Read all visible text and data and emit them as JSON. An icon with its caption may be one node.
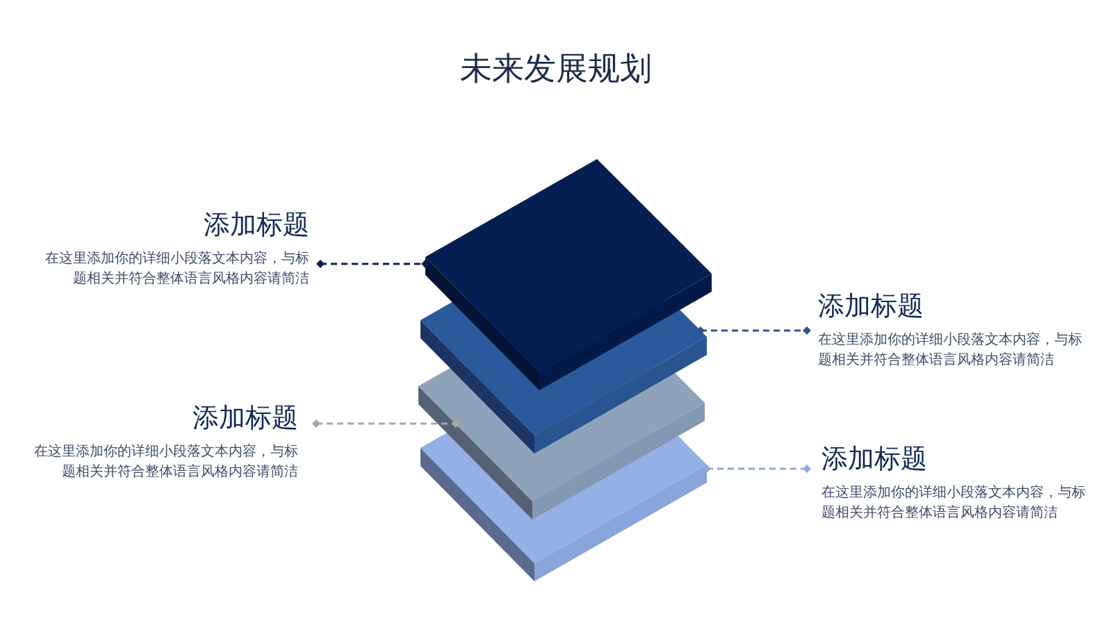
{
  "diagram": {
    "title": "未来发展规划",
    "nodes": [
      {
        "text": [
          "添加标题",
          "在这里添加你的详细小段落文本内容，与标题相关并符合整体语言风格内容请简洁"
        ]
      },
      {
        "text": [],
        "shape": "box"
      },
      {
        "text": [
          "添加标题",
          "在这里添加你的详细小段落文本内容，与标题相关并符合整体语言风格内容请简洁"
        ]
      },
      {
        "text": [],
        "shape": "box"
      },
      {
        "text": [
          "添加标题",
          "在这里添加你的详细小段落文本内容，与标题相关并符合整体语言风格内容请简洁"
        ]
      },
      {
        "text": [],
        "shape": "box"
      },
      {
        "text": [
          "添加标题",
          "在这里添加你的详细小段落文本内容，与标题相关并符合整体语言风格内容请简洁"
        ]
      },
      {
        "text": [],
        "shape": "box"
      }
    ],
    "edges": [
      {
        "from": 0,
        "to": 1,
        "arrow": "other",
        "style": "dashed",
        "color": "#0b1f4f"
      },
      {
        "from": 3,
        "to": 2,
        "arrow": "other",
        "style": "dashed",
        "color": "#2e5590"
      },
      {
        "from": 4,
        "to": 5,
        "arrow": "other",
        "style": "dashed",
        "color": "#a8a8a8"
      },
      {
        "from": 7,
        "to": 6,
        "arrow": "other",
        "style": "dashed",
        "color": "#8eaadb"
      }
    ]
  }
}
